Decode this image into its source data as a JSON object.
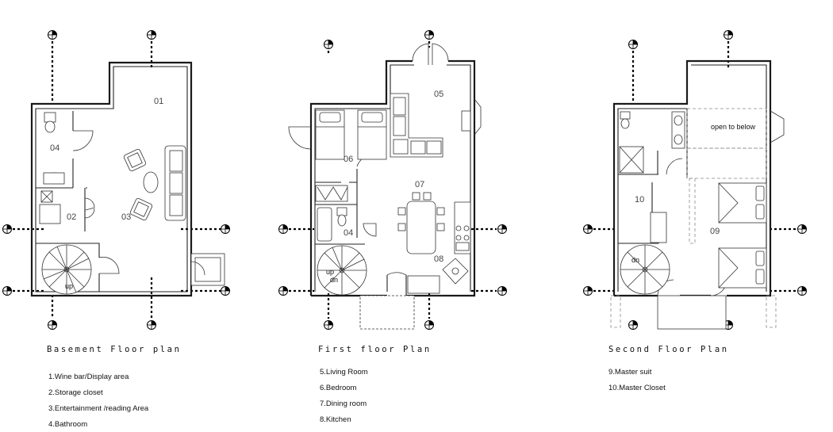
{
  "plans": [
    {
      "title": "Basement Floor plan",
      "legend": [
        "1.Wine bar/Display area",
        "2.Storage closet",
        "3.Entertainment /reading Area",
        "4.Bathroom"
      ],
      "rooms": [
        "01",
        "02",
        "03",
        "04"
      ],
      "stair_label": "up"
    },
    {
      "title": "First floor Plan",
      "legend": [
        "5.Living Room",
        "6.Bedroom",
        "7.Dining room",
        "8.Kitchen"
      ],
      "rooms": [
        "05",
        "06",
        "07",
        "04",
        "08"
      ],
      "stair_labels": [
        "up",
        "dn"
      ]
    },
    {
      "title": "Second Floor Plan",
      "legend": [
        "9.Master suit",
        "10.Master Closet"
      ],
      "rooms": [
        "10",
        "09"
      ],
      "note": "open to below",
      "stair_label": "dn"
    }
  ]
}
